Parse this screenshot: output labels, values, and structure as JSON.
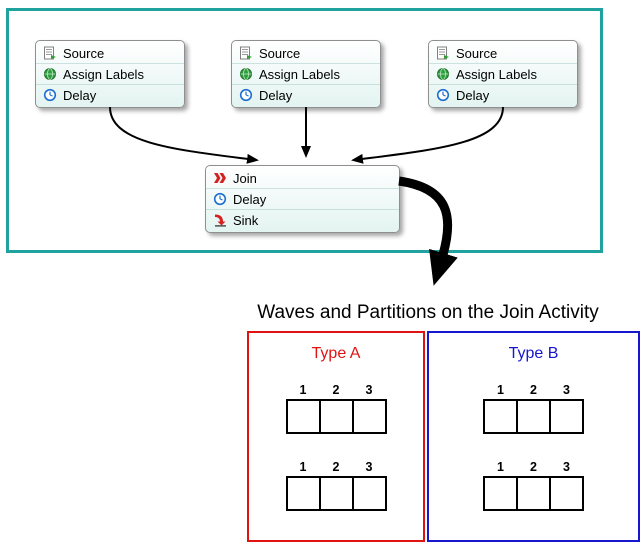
{
  "flow": {
    "frame_color": "#20a39e",
    "sources": [
      {
        "rows": [
          {
            "icon": "source-icon",
            "label": "Source"
          },
          {
            "icon": "assign-labels-icon",
            "label": "Assign Labels"
          },
          {
            "icon": "delay-icon",
            "label": "Delay"
          }
        ]
      },
      {
        "rows": [
          {
            "icon": "source-icon",
            "label": "Source"
          },
          {
            "icon": "assign-labels-icon",
            "label": "Assign Labels"
          },
          {
            "icon": "delay-icon",
            "label": "Delay"
          }
        ]
      },
      {
        "rows": [
          {
            "icon": "source-icon",
            "label": "Source"
          },
          {
            "icon": "assign-labels-icon",
            "label": "Assign Labels"
          },
          {
            "icon": "delay-icon",
            "label": "Delay"
          }
        ]
      }
    ],
    "join": {
      "rows": [
        {
          "icon": "join-icon",
          "label": "Join"
        },
        {
          "icon": "delay-icon",
          "label": "Delay"
        },
        {
          "icon": "sink-icon",
          "label": "Sink"
        }
      ]
    }
  },
  "annotation": {
    "title": "Waves and Partitions on the Join Activity",
    "partitions": [
      {
        "label": "Type A",
        "text_color": "#e01212",
        "border_color": "#e01212",
        "tables": [
          {
            "headers": [
              "1",
              "2",
              "3"
            ]
          },
          {
            "headers": [
              "1",
              "2",
              "3"
            ]
          }
        ]
      },
      {
        "label": "Type B",
        "text_color": "#1616d0",
        "border_color": "#1616d0",
        "tables": [
          {
            "headers": [
              "1",
              "2",
              "3"
            ]
          },
          {
            "headers": [
              "1",
              "2",
              "3"
            ]
          }
        ]
      }
    ]
  }
}
